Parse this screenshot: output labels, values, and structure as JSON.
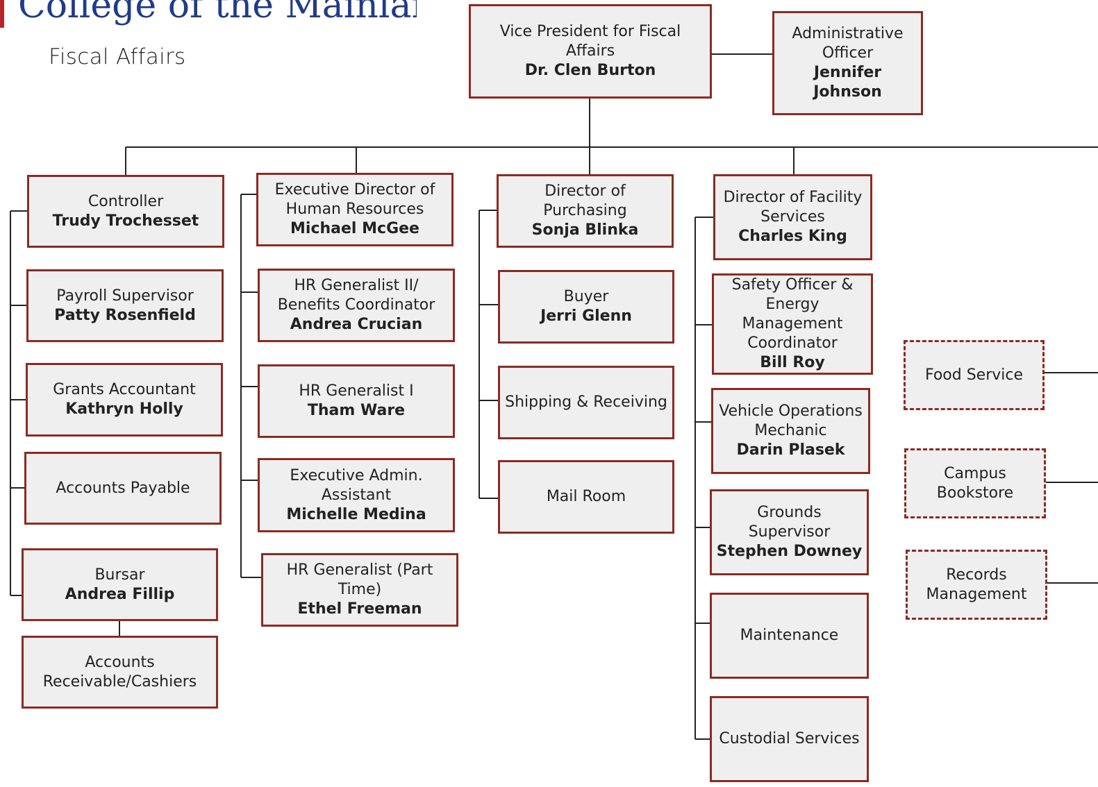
{
  "header": {
    "logo_text": "College of the Mainland",
    "department": "Fiscal Affairs"
  },
  "colors": {
    "border": "#8b2b22",
    "box_fill": "#efefef",
    "line": "#222222",
    "logo": "#1f3c88",
    "logo_accent": "#b3262e"
  },
  "vp": {
    "title": "Vice President for Fiscal Affairs",
    "name": "Dr. Clen Burton"
  },
  "admin_officer": {
    "title": "Administrative Officer",
    "name": "Jennifer Johnson"
  },
  "controller": {
    "head": {
      "title": "Controller",
      "name": "Trudy Trochesset"
    },
    "payroll": {
      "title": "Payroll Supervisor",
      "name": "Patty Rosenfield"
    },
    "grants": {
      "title": "Grants Accountant",
      "name": "Kathryn Holly"
    },
    "ap": {
      "title": "Accounts Payable"
    },
    "bursar": {
      "title": "Bursar",
      "name": "Andrea Fillip"
    },
    "ar": {
      "title": "Accounts Receivable/Cashiers"
    }
  },
  "hr": {
    "head": {
      "title": "Executive Director of Human Resources",
      "name": "Michael McGee"
    },
    "gen2": {
      "title": "HR Generalist II/ Benefits Coordinator",
      "name": "Andrea Crucian"
    },
    "gen1": {
      "title": "HR Generalist I",
      "name": "Tham Ware"
    },
    "exec_admin": {
      "title": "Executive Admin. Assistant",
      "name": "Michelle Medina"
    },
    "part_time": {
      "title": "HR Generalist (Part Time)",
      "name": "Ethel Freeman"
    }
  },
  "purchasing": {
    "head": {
      "title": "Director of Purchasing",
      "name": "Sonja Blinka"
    },
    "buyer": {
      "title": "Buyer",
      "name": "Jerri Glenn"
    },
    "shipping": {
      "title": "Shipping & Receiving"
    },
    "mail": {
      "title": "Mail Room"
    }
  },
  "facility": {
    "head": {
      "title": "Director of Facility Services",
      "name": "Charles King"
    },
    "safety": {
      "title": "Safety Officer & Energy Management Coordinator",
      "name": "Bill Roy"
    },
    "vehicle": {
      "title": "Vehicle Operations Mechanic",
      "name": "Darin Plasek"
    },
    "grounds": {
      "title": "Grounds Supervisor",
      "name": "Stephen Downey"
    },
    "maintenance": {
      "title": "Maintenance"
    },
    "custodial": {
      "title": "Custodial Services"
    }
  },
  "contracted": {
    "food": {
      "title": "Food Service"
    },
    "bookstore": {
      "title": "Campus Bookstore"
    },
    "records": {
      "title": "Records Management"
    }
  }
}
